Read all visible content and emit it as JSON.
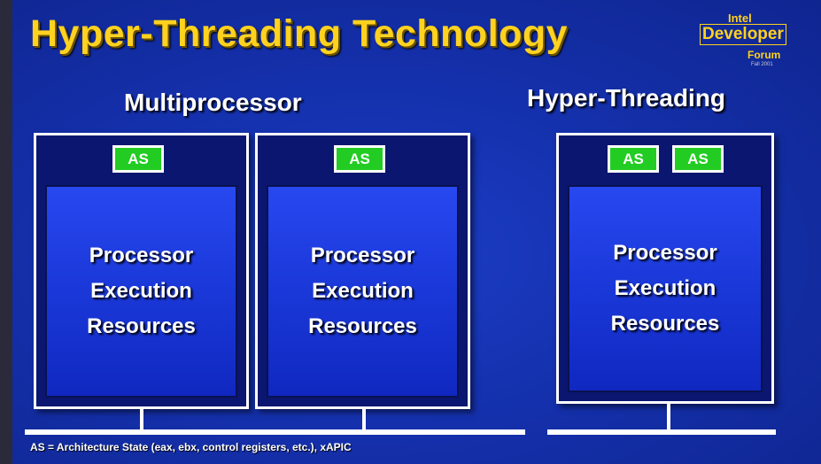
{
  "title": "Hyper-Threading Technology",
  "logo": {
    "top": "Intel",
    "main": "Developer",
    "sub": "Forum",
    "date": "Fall 2001"
  },
  "headings": {
    "left": "Multiprocessor",
    "right": "Hyper-Threading"
  },
  "processors": [
    {
      "as_labels": [
        "AS"
      ],
      "exec_label": "Processor Execution Resources"
    },
    {
      "as_labels": [
        "AS"
      ],
      "exec_label": "Processor Execution Resources"
    },
    {
      "as_labels": [
        "AS",
        "AS"
      ],
      "exec_label": "Processor Execution Resources"
    }
  ],
  "footnote": "AS = Architecture State (eax, ebx, control registers, etc.), xAPIC",
  "colors": {
    "title": "#ffd21f",
    "as_box": "#22cc22",
    "exec": "#1a38d8",
    "background": "#1532b0"
  }
}
